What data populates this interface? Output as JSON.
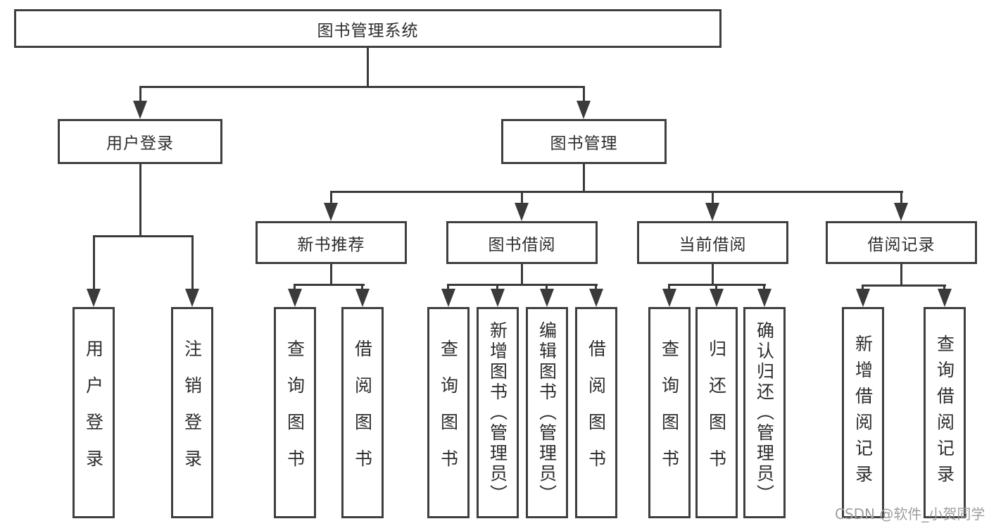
{
  "diagram": {
    "root": "图书管理系统",
    "branches": {
      "user_login": {
        "label": "用户登录",
        "children": [
          "用户登录",
          "注销登录"
        ]
      },
      "book_mgmt": {
        "label": "图书管理",
        "sections": [
          {
            "label": "新书推荐",
            "children": [
              "查询图书",
              "借阅图书"
            ]
          },
          {
            "label": "图书借阅",
            "children": [
              "查询图书",
              "新增图书（管理员）",
              "编辑图书（管理员）",
              "借阅图书"
            ]
          },
          {
            "label": "当前借阅",
            "children": [
              "查询图书",
              "归还图书",
              "确认归还（管理员）"
            ]
          },
          {
            "label": "借阅记录",
            "children": [
              "新增借阅记录",
              "查询借阅记录"
            ]
          }
        ]
      }
    },
    "colors": {
      "line": "#3a3a3a",
      "border": "#3f3f3f",
      "text": "#2d2d2d",
      "watermark": "#9e9e9e"
    }
  },
  "watermark": "CSDN @软件_小贺同学"
}
